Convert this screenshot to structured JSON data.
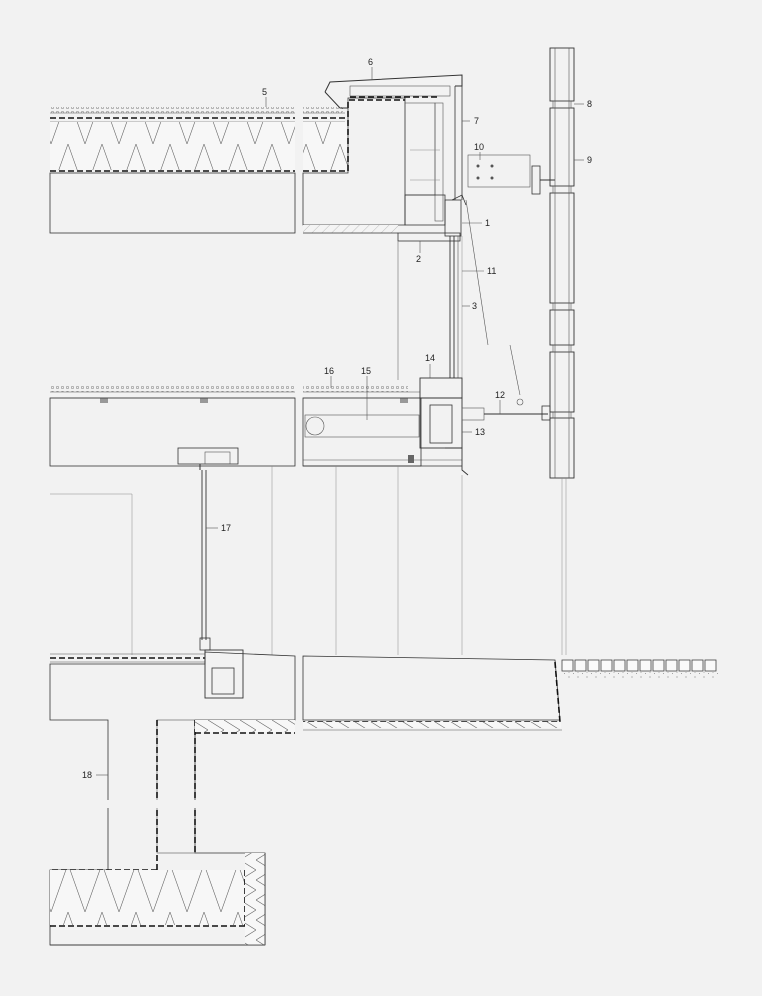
{
  "drawing": {
    "callouts": [
      {
        "id": "c1",
        "text": "1"
      },
      {
        "id": "c2",
        "text": "2"
      },
      {
        "id": "c3",
        "text": "3"
      },
      {
        "id": "c5",
        "text": "5"
      },
      {
        "id": "c6",
        "text": "6"
      },
      {
        "id": "c7",
        "text": "7"
      },
      {
        "id": "c8",
        "text": "8"
      },
      {
        "id": "c9",
        "text": "9"
      },
      {
        "id": "c10",
        "text": "10"
      },
      {
        "id": "c11",
        "text": "11"
      },
      {
        "id": "c12",
        "text": "12"
      },
      {
        "id": "c13",
        "text": "13"
      },
      {
        "id": "c14",
        "text": "14"
      },
      {
        "id": "c15",
        "text": "15"
      },
      {
        "id": "c16",
        "text": "16"
      },
      {
        "id": "c17",
        "text": "17"
      },
      {
        "id": "c18",
        "text": "18"
      }
    ]
  }
}
